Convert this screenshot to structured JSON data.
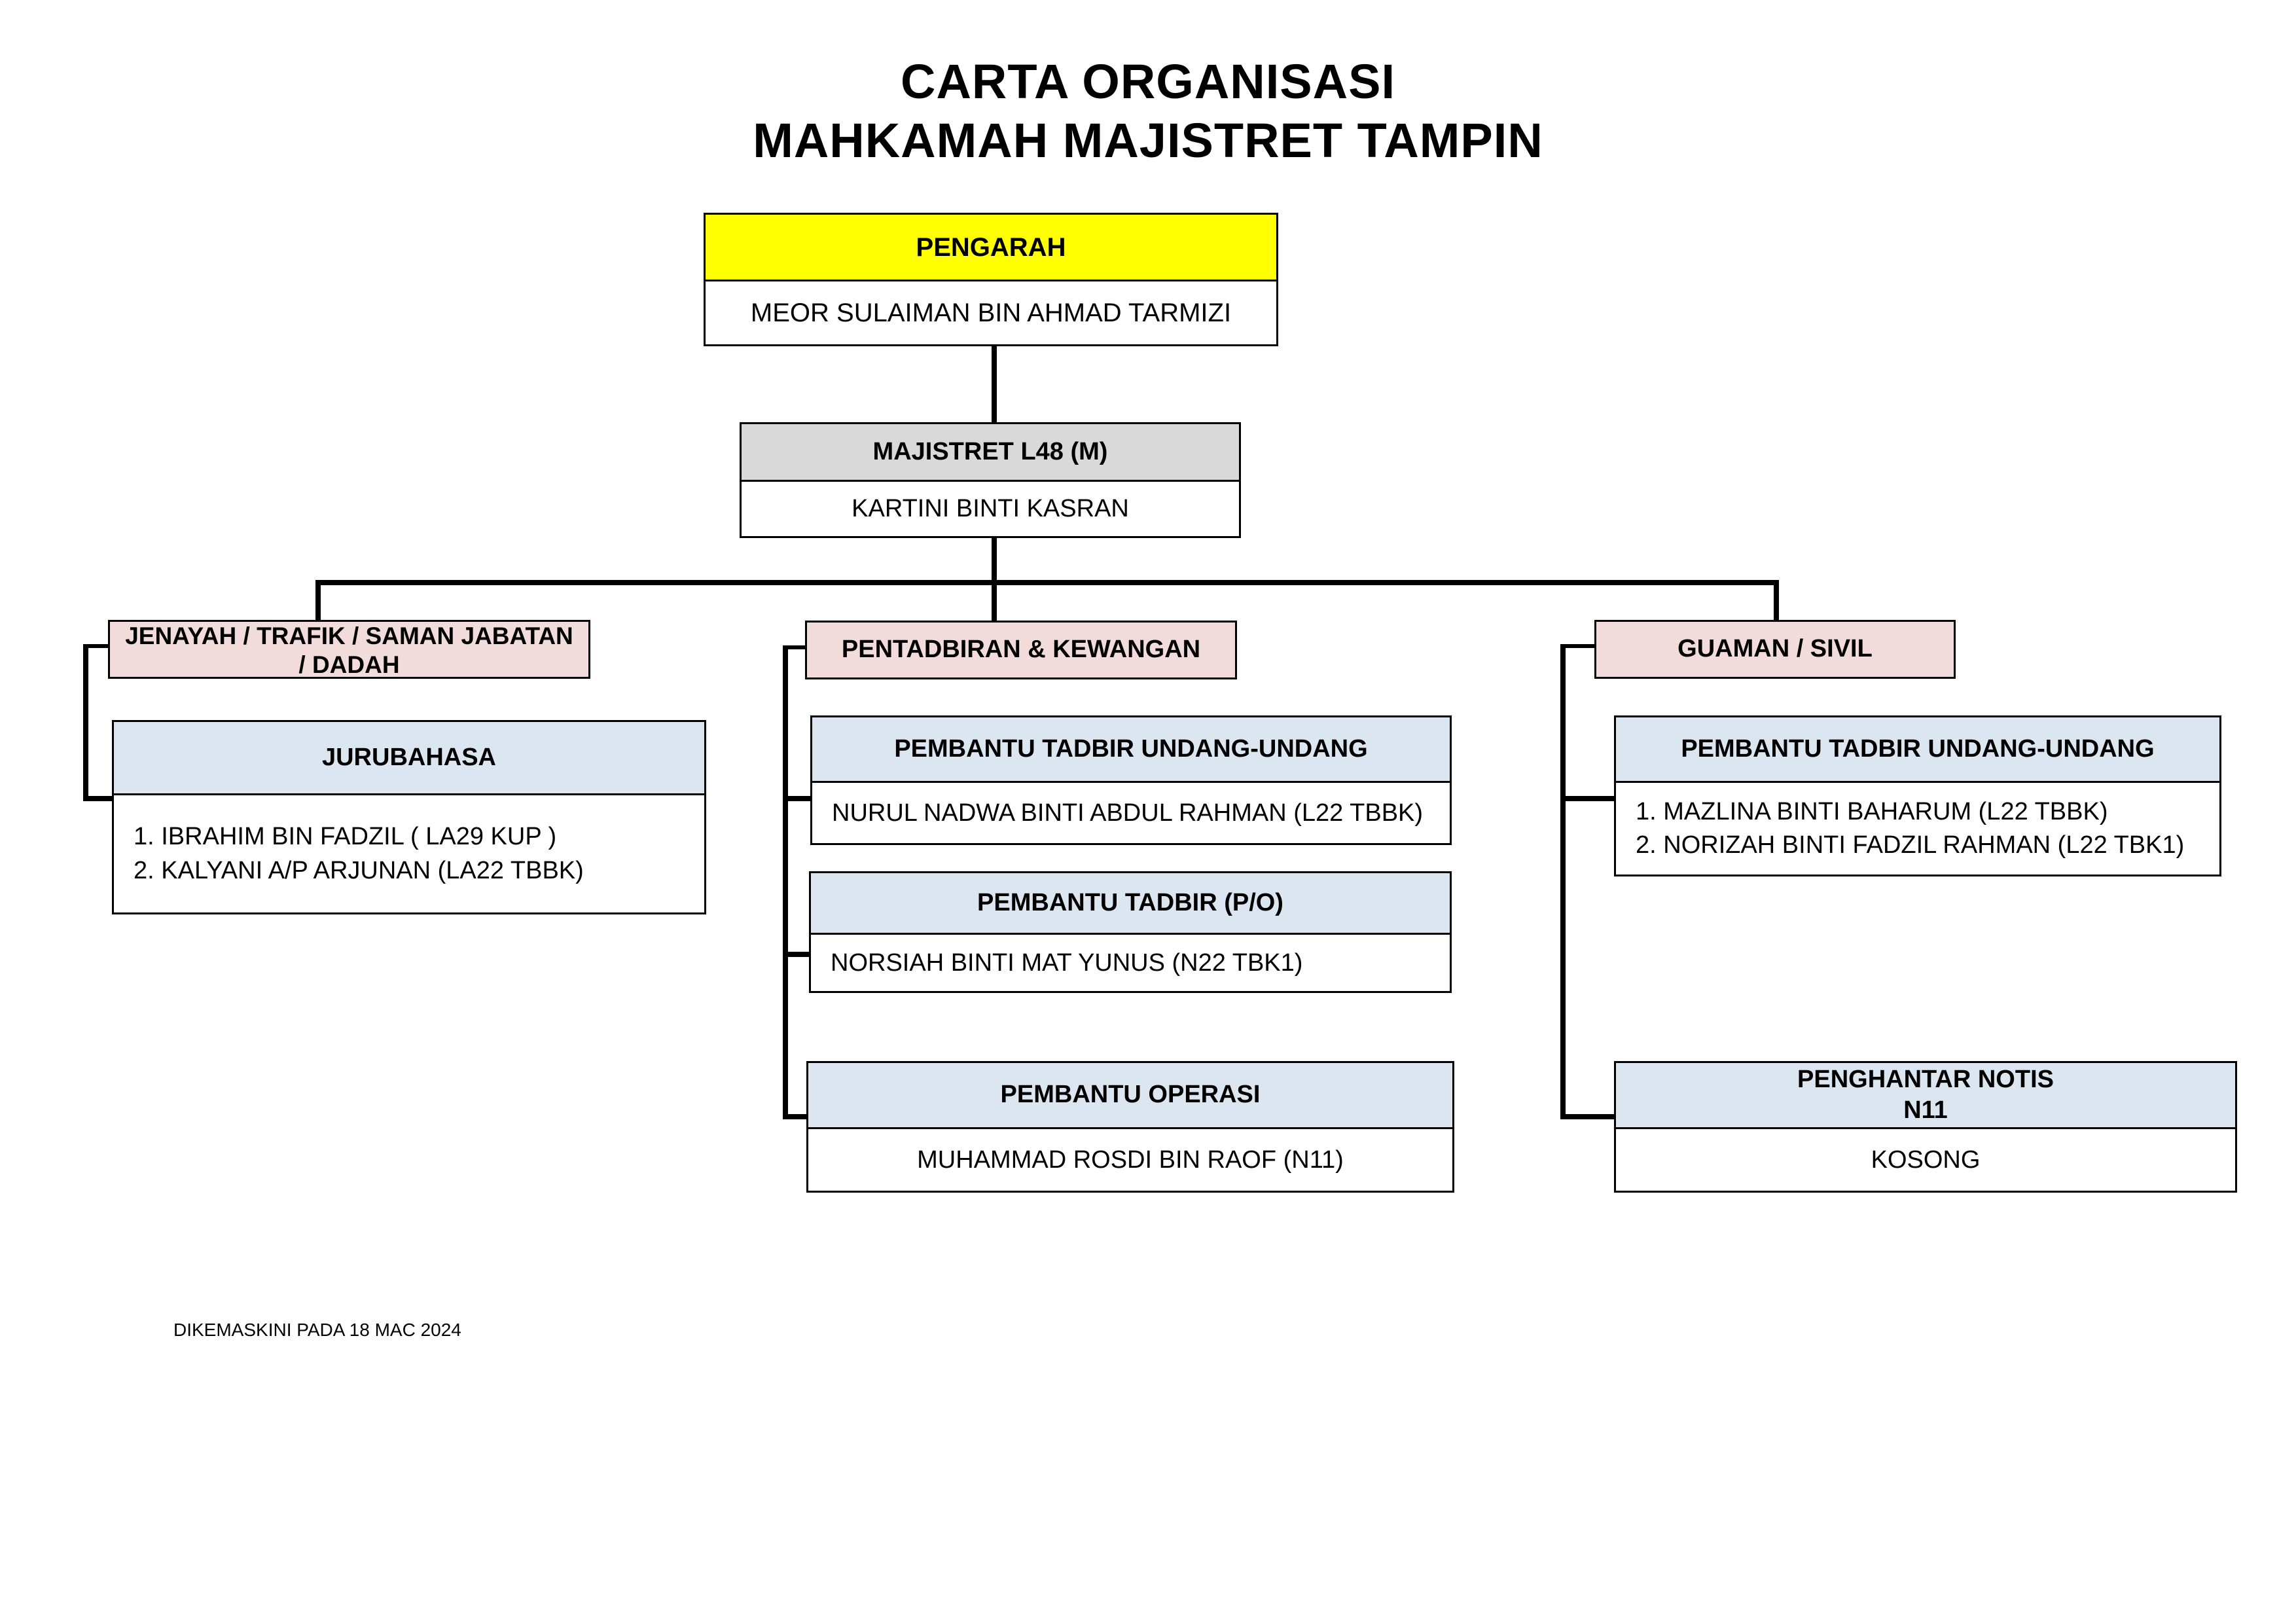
{
  "title": {
    "line1": "CARTA ORGANISASI",
    "line2": "MAHKAMAH MAJISTRET TAMPIN"
  },
  "pengarah": {
    "label": "PENGARAH",
    "name": "MEOR SULAIMAN BIN AHMAD TARMIZI"
  },
  "majistret": {
    "label": "MAJISTRET L48 (M)",
    "name": "KARTINI BINTI KASRAN"
  },
  "jenayah": {
    "label_line1": "JENAYAH / TRAFIK / SAMAN JABATAN",
    "label_line2": "/ DADAH",
    "jurubahasa": {
      "label": "JURUBAHASA",
      "members": [
        "1. IBRAHIM BIN FADZIL ( LA29 KUP )",
        "2. KALYANI A/P ARJUNAN (LA22 TBBK)"
      ]
    }
  },
  "pentadbiran": {
    "label": "PENTADBIRAN & KEWANGAN",
    "ptu": {
      "label": "PEMBANTU TADBIR UNDANG-UNDANG",
      "name": "NURUL NADWA BINTI ABDUL RAHMAN (L22 TBBK)"
    },
    "pt": {
      "label": "PEMBANTU TADBIR (P/O)",
      "name": "NORSIAH BINTI MAT YUNUS (N22 TBK1)"
    },
    "po": {
      "label": "PEMBANTU OPERASI",
      "name": "MUHAMMAD ROSDI BIN RAOF (N11)"
    }
  },
  "guaman": {
    "label": "GUAMAN / SIVIL",
    "ptu": {
      "label": "PEMBANTU TADBIR UNDANG-UNDANG",
      "members": [
        "1. MAZLINA BINTI BAHARUM (L22 TBBK)",
        "2. NORIZAH BINTI FADZIL RAHMAN (L22 TBK1)"
      ]
    },
    "notis": {
      "label_line1": "PENGHANTAR NOTIS",
      "label_line2": "N11",
      "name": "KOSONG"
    }
  },
  "footer": "DIKEMASKINI PADA 18 MAC 2024",
  "colors": {
    "pengarah": "#ffff00",
    "majistret": "#d9d9d9",
    "division": "#f2dcdb",
    "unit": "#dce6f1"
  }
}
